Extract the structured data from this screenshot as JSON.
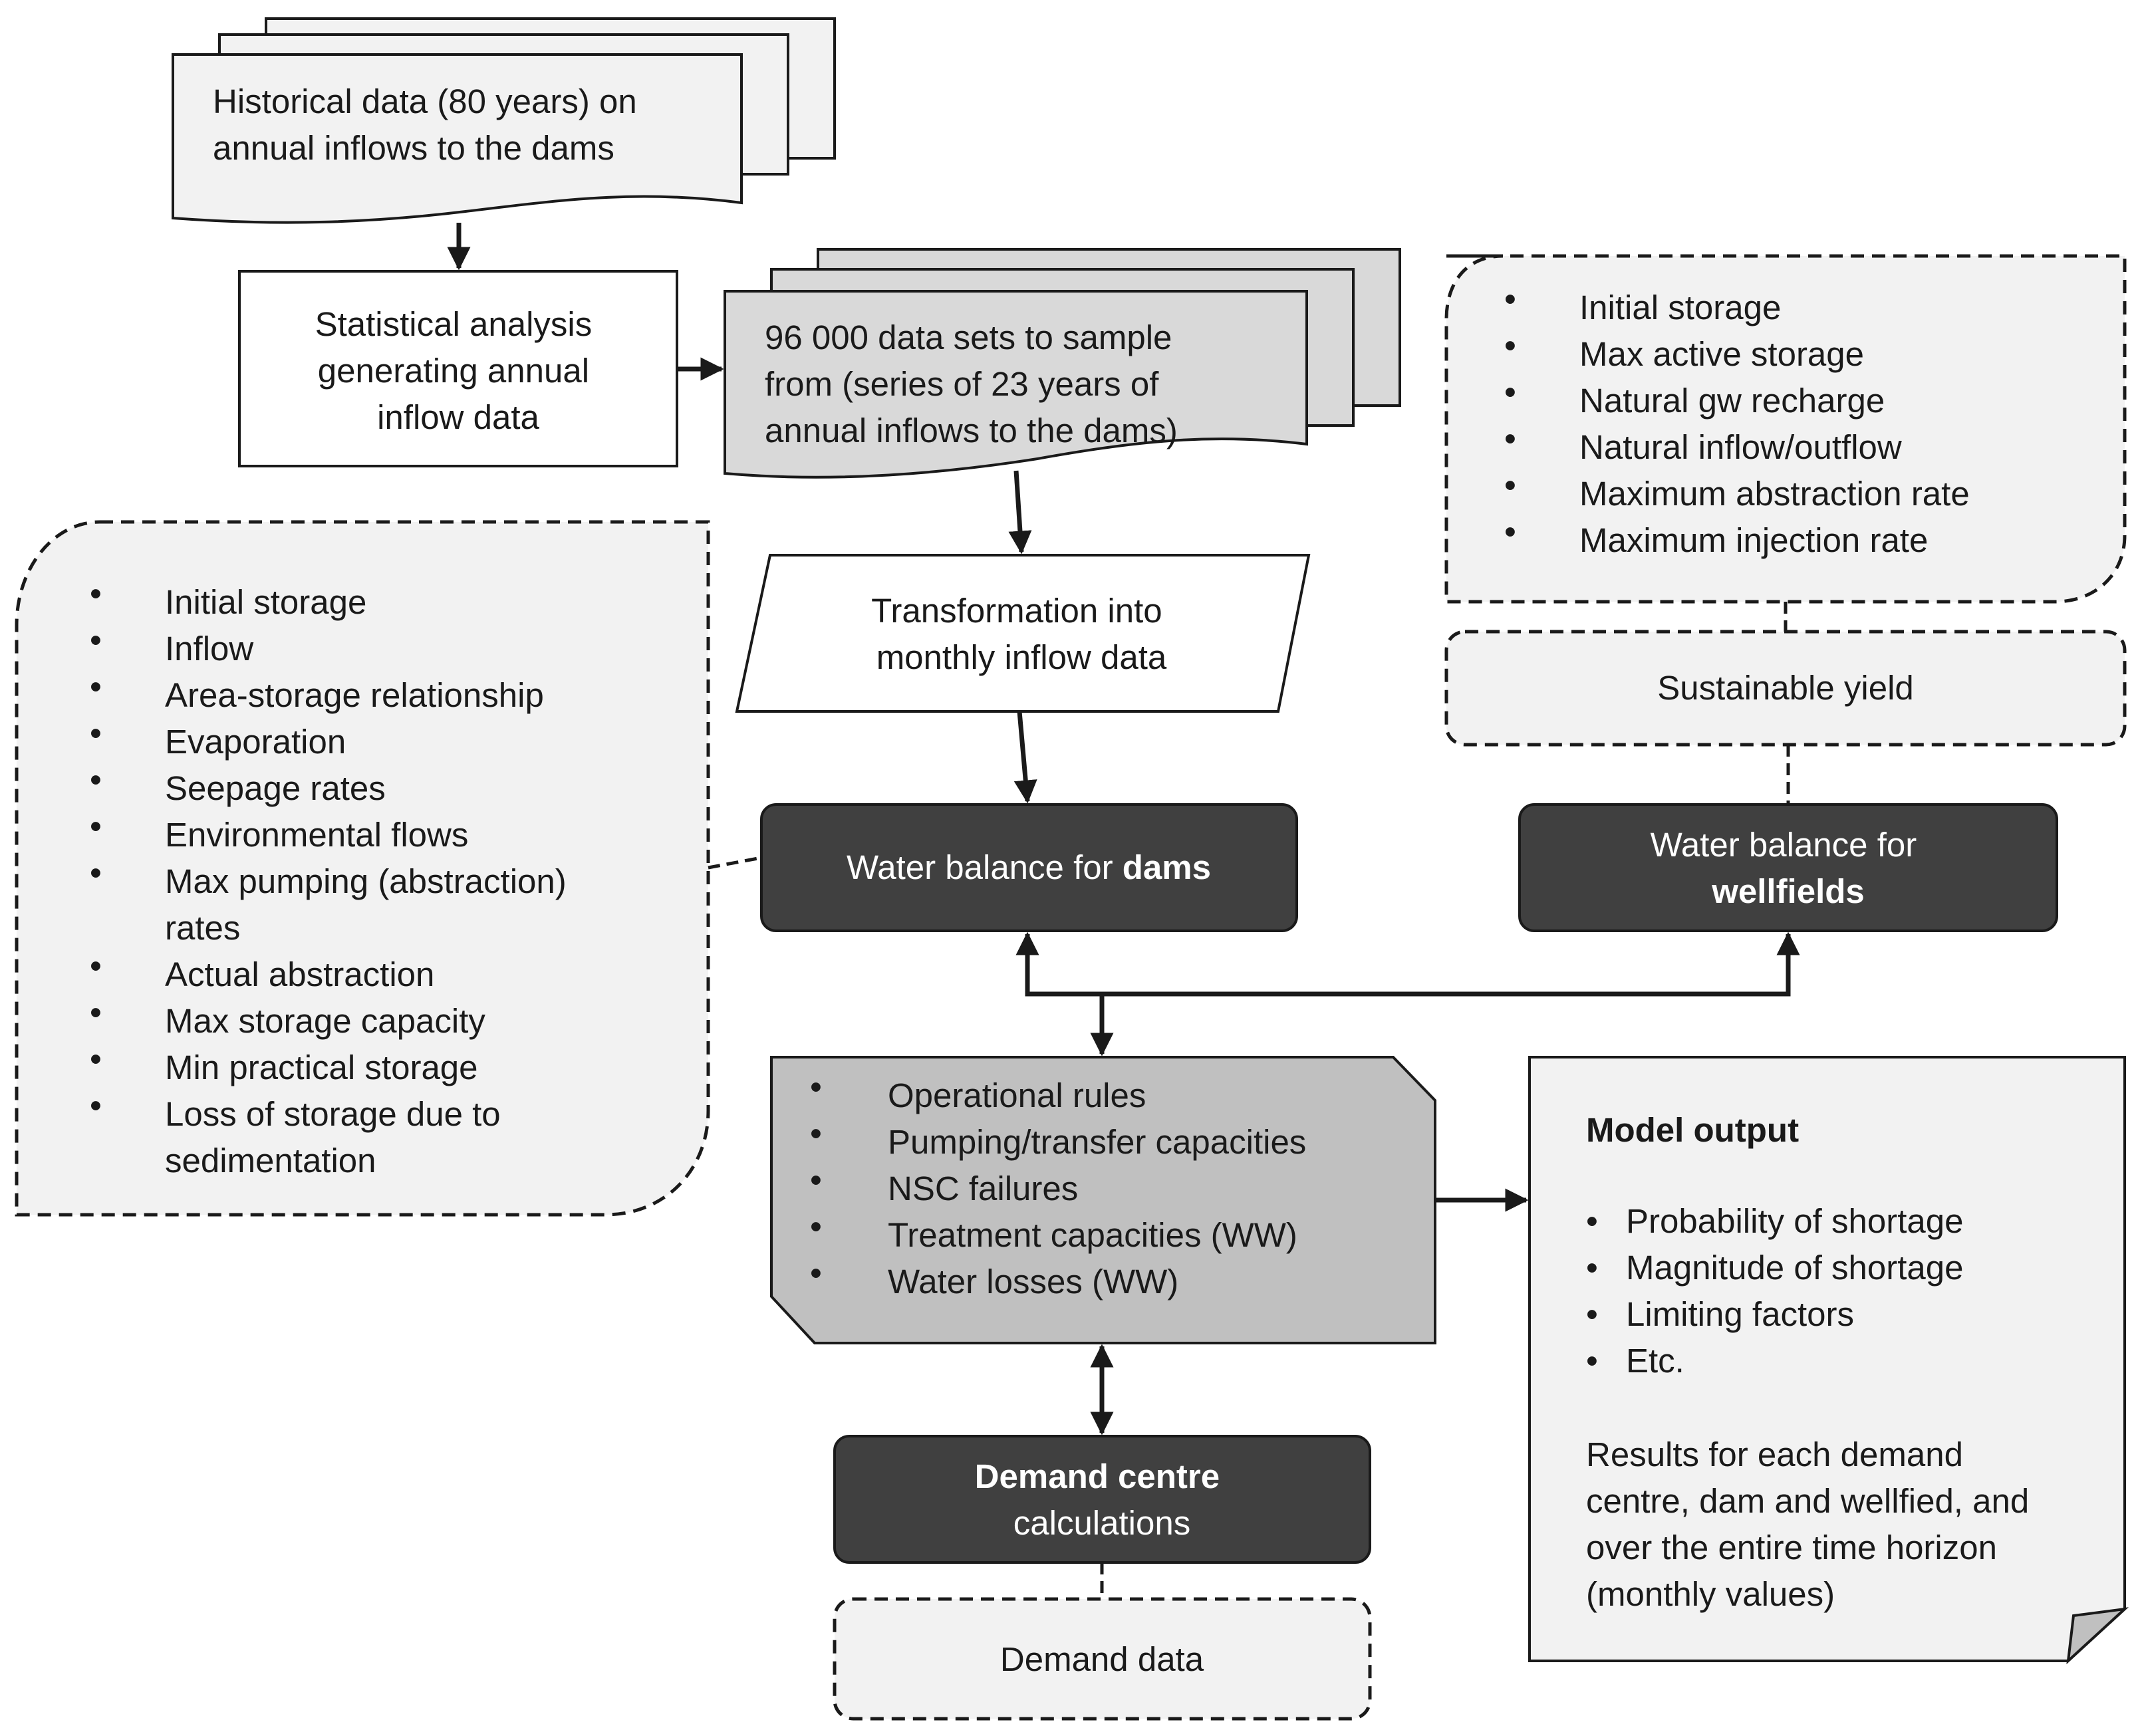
{
  "historical_data": {
    "lines": [
      "Historical data (80 years) on",
      "annual inflows to the dams"
    ]
  },
  "statistical_analysis": {
    "lines": [
      "Statistical analysis",
      "generating annual",
      "inflow data"
    ]
  },
  "data_sets": {
    "lines": [
      "96 000 data sets to sample",
      "from (series of 23 years of",
      "annual inflows to the dams)"
    ]
  },
  "transformation": {
    "lines": [
      "Transformation into",
      "monthly inflow data"
    ]
  },
  "dam_parameters": {
    "bullet": "•",
    "items": [
      "Initial storage",
      "Inflow",
      "Area-storage relationship",
      "Evaporation",
      "Seepage rates",
      "Environmental flows",
      "Max pumping (abstraction)",
      "rates",
      "Actual abstraction",
      "Max storage capacity",
      "Min practical storage",
      "Loss of storage due to",
      "sedimentation"
    ]
  },
  "wellfield_parameters": {
    "bullet": "•",
    "items": [
      "Initial storage",
      "Max active storage",
      "Natural gw recharge",
      "Natural inflow/outflow",
      "Maximum abstraction rate",
      "Maximum injection rate"
    ]
  },
  "sustainable_yield": {
    "label": "Sustainable yield"
  },
  "dams_balance": {
    "prefix": "Water balance for ",
    "bold": "dams"
  },
  "wellfields_balance": {
    "line1": "Water balance for",
    "bold": "wellfields"
  },
  "operations": {
    "bullet": "•",
    "items": [
      "Operational rules",
      "Pumping/transfer capacities",
      "NSC failures",
      "Treatment capacities (WW)",
      "Water losses (WW)"
    ]
  },
  "model_output": {
    "title": "Model output",
    "bullet": "•",
    "items": [
      "Probability of shortage",
      "Magnitude of shortage",
      "Limiting factors",
      "Etc."
    ],
    "results_lines": [
      "Results for each demand",
      "centre, dam and wellfied, and",
      "over the entire time horizon",
      "(monthly values)"
    ]
  },
  "demand_centre": {
    "bold": "Demand centre",
    "line2": "calculations"
  },
  "demand_data": {
    "label": "Demand data"
  },
  "colors": {
    "dark_box": "#404040",
    "mid_gray": "#c0c0c0",
    "light_gray": "#f2f2f2",
    "data_sets_fill": "#d9d9d9",
    "stroke": "#1a1a1a"
  }
}
